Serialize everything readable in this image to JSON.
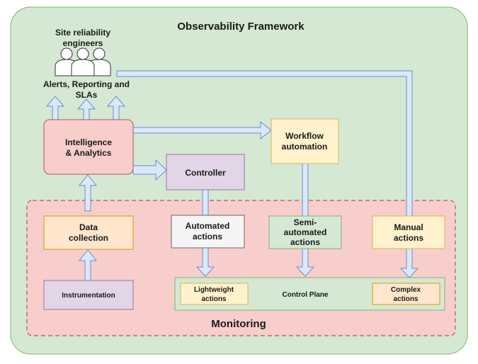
{
  "framework": {
    "title": "Observability Framework",
    "fill": "#d5e8d4",
    "stroke": "#82b366"
  },
  "monitoring": {
    "title": "Monitoring",
    "fill": "#f8cecc",
    "stroke": "#b85450"
  },
  "engineers": {
    "label_line1": "Site reliability",
    "label_line2": "engineers",
    "icon": "people-group-icon"
  },
  "alerts": {
    "label_line1": "Alerts, Reporting and",
    "label_line2": "SLAs"
  },
  "nodes": {
    "intelligence": {
      "line1": "Intelligence",
      "line2": "& Analytics",
      "fill": "#f8cecc",
      "stroke": "#b85450"
    },
    "workflow": {
      "line1": "Workflow",
      "line2": "automation",
      "fill": "#fff2cc",
      "stroke": "#d6b656"
    },
    "controller": {
      "line1": "Controller",
      "fill": "#e1d5e7",
      "stroke": "#9673a6"
    },
    "data_collection": {
      "line1": "Data",
      "line2": "collection",
      "fill": "#ffe6cc",
      "stroke": "#d79b00"
    },
    "automated": {
      "line1": "Automated",
      "line2": "actions",
      "fill": "#f5f5f5",
      "stroke": "#666666"
    },
    "semi_automated": {
      "line1": "Semi-",
      "line2": "automated",
      "line3": "actions",
      "fill": "#d5e8d4",
      "stroke": "#82b366"
    },
    "manual": {
      "line1": "Manual",
      "line2": "actions",
      "fill": "#fff2cc",
      "stroke": "#d6b656"
    },
    "instrumentation": {
      "line1": "Instrumentation",
      "fill": "#e1d5e7",
      "stroke": "#9673a6"
    },
    "control_plane": {
      "line1": "Control Plane",
      "fill": "#d5e8d4",
      "stroke": "#82b366"
    },
    "lightweight": {
      "line1": "Lightweight",
      "line2": "actions",
      "fill": "#fff2cc",
      "stroke": "#d6b656"
    },
    "complex": {
      "line1": "Complex",
      "line2": "actions",
      "fill": "#ffe6cc",
      "stroke": "#d79b00"
    }
  },
  "arrow_style": {
    "fill": "#dae8fc",
    "stroke": "#6c8ebf"
  }
}
